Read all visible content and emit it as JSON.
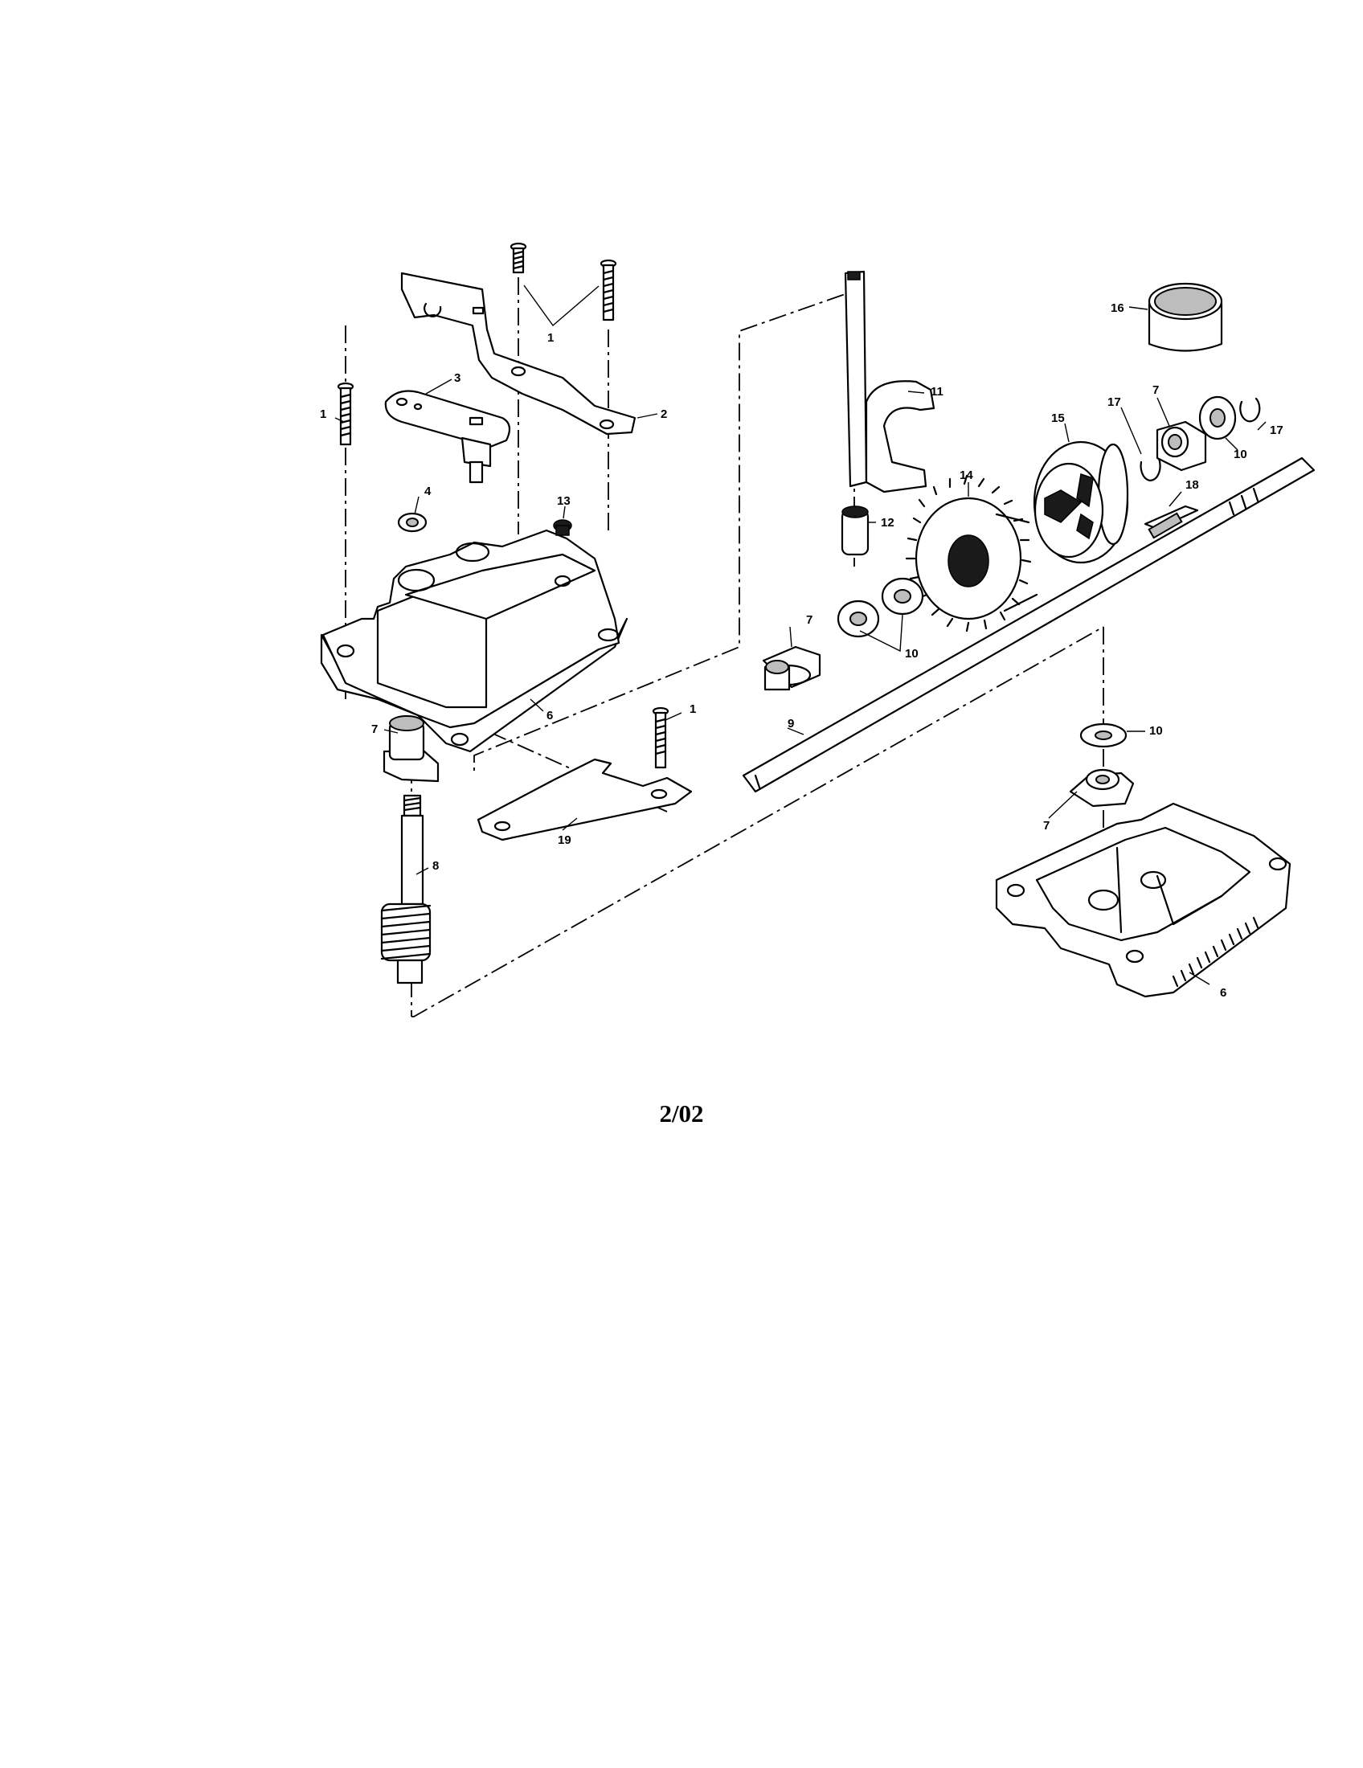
{
  "diagram": {
    "callouts": [
      {
        "id": "c1a",
        "text": "1"
      },
      {
        "id": "c1b",
        "text": "1"
      },
      {
        "id": "c1c",
        "text": "1"
      },
      {
        "id": "c2",
        "text": "2"
      },
      {
        "id": "c3",
        "text": "3"
      },
      {
        "id": "c4",
        "text": "4"
      },
      {
        "id": "c6a",
        "text": "6"
      },
      {
        "id": "c6b",
        "text": "6"
      },
      {
        "id": "c7a",
        "text": "7"
      },
      {
        "id": "c7b",
        "text": "7"
      },
      {
        "id": "c7c",
        "text": "7"
      },
      {
        "id": "c7d",
        "text": "7"
      },
      {
        "id": "c8",
        "text": "8"
      },
      {
        "id": "c9",
        "text": "9"
      },
      {
        "id": "c10a",
        "text": "10"
      },
      {
        "id": "c10b",
        "text": "10"
      },
      {
        "id": "c10c",
        "text": "10"
      },
      {
        "id": "c11",
        "text": "11"
      },
      {
        "id": "c12",
        "text": "12"
      },
      {
        "id": "c13",
        "text": "13"
      },
      {
        "id": "c14",
        "text": "14"
      },
      {
        "id": "c15",
        "text": "15"
      },
      {
        "id": "c16",
        "text": "16"
      },
      {
        "id": "c17a",
        "text": "17"
      },
      {
        "id": "c17b",
        "text": "17"
      },
      {
        "id": "c18",
        "text": "18"
      },
      {
        "id": "c19",
        "text": "19"
      }
    ]
  },
  "footer": {
    "text": "2/02"
  }
}
